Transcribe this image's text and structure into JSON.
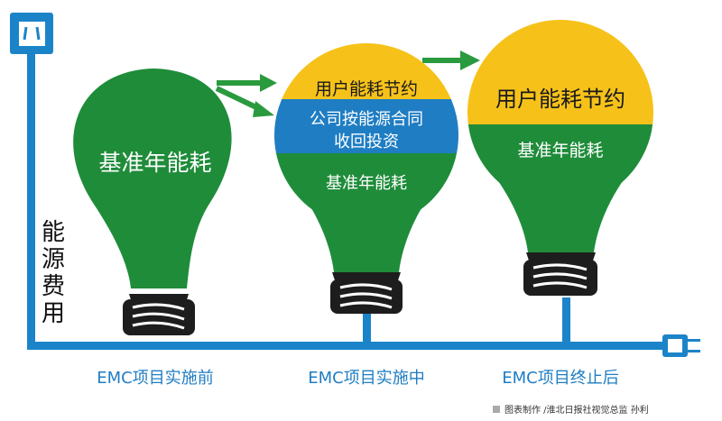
{
  "colors": {
    "bulb_green": "#1f8c3a",
    "savings_yellow": "#f6c21a",
    "investment_blue": "#1f7dc3",
    "axis_blue": "#1b84c9",
    "arrow_green": "#2a9a3e",
    "base_dark": "#1d1d1d"
  },
  "icons": {
    "outlet": "power-outlet-icon",
    "plug": "power-plug-icon"
  },
  "vertical_label": [
    "能",
    "源",
    "费",
    "用"
  ],
  "bulbs": [
    {
      "segments": [
        "基准年能耗"
      ]
    },
    {
      "segments": [
        "用户能耗节约",
        "公司按能源合同",
        "收回投资",
        "基准年能耗"
      ]
    },
    {
      "segments": [
        "用户能耗节约",
        "基准年能耗"
      ]
    }
  ],
  "stages": [
    "EMC项目实施前",
    "EMC项目实施中",
    "EMC项目终止后"
  ],
  "credit": "图表制作 /淮北日报社视觉总监   孙利"
}
